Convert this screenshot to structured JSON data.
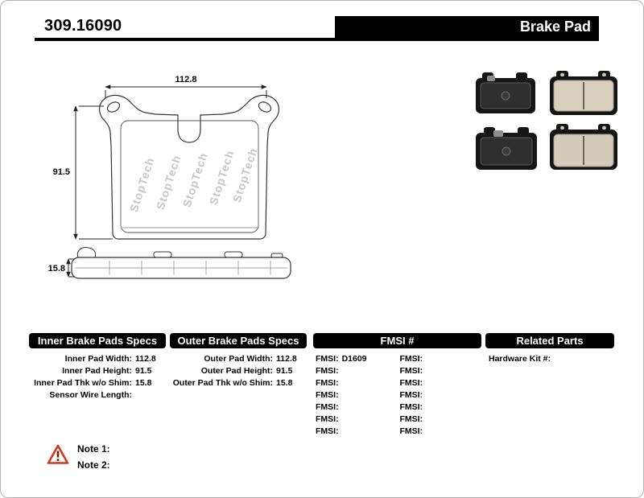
{
  "page": {
    "part_number": "309.16090",
    "title": "Brake Pad"
  },
  "diagram": {
    "dim_width": "112.8",
    "dim_height": "91.5",
    "dim_thickness": "15.8",
    "watermark": "StopTech"
  },
  "specs": {
    "inner": {
      "header": "Inner Brake Pads Specs",
      "rows": [
        {
          "label": "Inner Pad Width:",
          "value": "112.8"
        },
        {
          "label": "Inner Pad Height:",
          "value": "91.5"
        },
        {
          "label": "Inner Pad Thk w/o Shim:",
          "value": "15.8"
        },
        {
          "label": "Sensor Wire Length:",
          "value": ""
        }
      ]
    },
    "outer": {
      "header": "Outer Brake Pads Specs",
      "rows": [
        {
          "label": "Outer Pad Width:",
          "value": "112.8"
        },
        {
          "label": "Outer Pad Height:",
          "value": "91.5"
        },
        {
          "label": "Outer Pad Thk w/o Shim:",
          "value": "15.8"
        }
      ]
    },
    "fmsi": {
      "header": "FMSI #",
      "col1": [
        {
          "label": "FMSI:",
          "value": "D1609"
        },
        {
          "label": "FMSI:",
          "value": ""
        },
        {
          "label": "FMSI:",
          "value": ""
        },
        {
          "label": "FMSI:",
          "value": ""
        },
        {
          "label": "FMSI:",
          "value": ""
        },
        {
          "label": "FMSI:",
          "value": ""
        },
        {
          "label": "FMSI:",
          "value": ""
        }
      ],
      "col2": [
        {
          "label": "FMSI:",
          "value": ""
        },
        {
          "label": "FMSI:",
          "value": ""
        },
        {
          "label": "FMSI:",
          "value": ""
        },
        {
          "label": "FMSI:",
          "value": ""
        },
        {
          "label": "FMSI:",
          "value": ""
        },
        {
          "label": "FMSI:",
          "value": ""
        },
        {
          "label": "FMSI:",
          "value": ""
        }
      ]
    },
    "related": {
      "header": "Related Parts",
      "rows": [
        {
          "label": "Hardware Kit #:",
          "value": ""
        }
      ]
    }
  },
  "notes": {
    "note1": "Note 1:",
    "note2": "Note 2:"
  }
}
